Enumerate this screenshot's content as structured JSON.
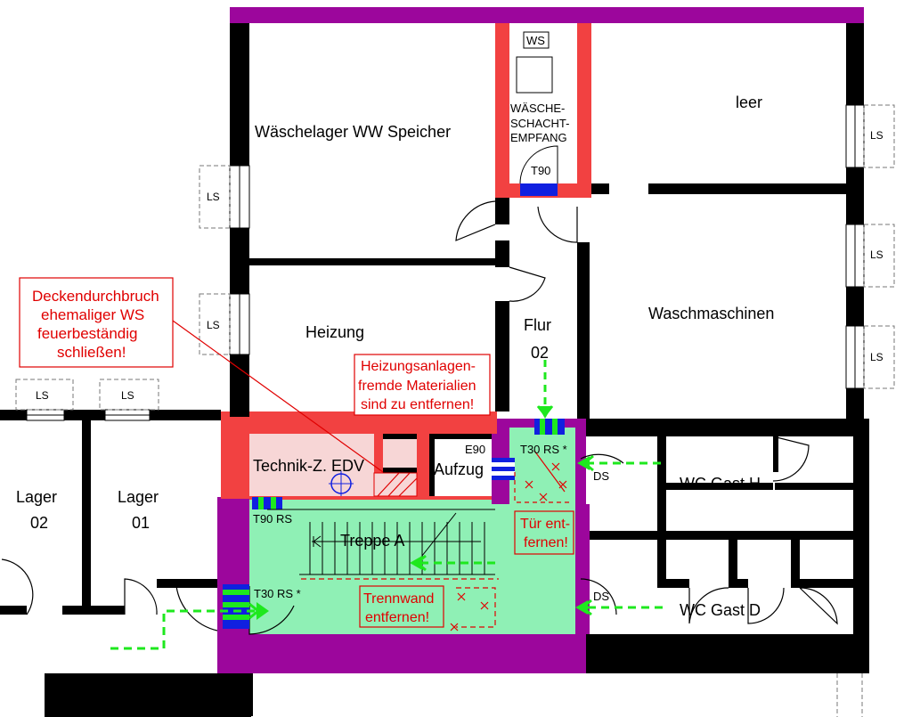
{
  "rooms": {
    "waeschelager": "Wäschelager WW Speicher",
    "leer": "leer",
    "waschmaschinen": "Waschmaschinen",
    "heizung": "Heizung",
    "flur": "Flur",
    "flur_nr": "02",
    "technik": "Technik-Z. EDV",
    "aufzug": "Aufzug",
    "treppe": "Treppe A",
    "wc_gast_h": "WC Gast H",
    "wc_gast_d": "WC Gast D",
    "lager02": "Lager",
    "lager02_nr": "02",
    "lager01": "Lager",
    "lager01_nr": "01"
  },
  "shaft": {
    "ws_label": "WS",
    "line1": "WÄSCHE-",
    "line2": "SCHACHT-",
    "line3": "EMPFANG",
    "door": "T90"
  },
  "doors": {
    "t30_rs_flur": "T30 RS *",
    "t30_rs_entry": "T30 RS *",
    "t90_rs": "T90 RS",
    "e90": "E90",
    "ds_upper": "DS",
    "ds_lower": "DS"
  },
  "windows": {
    "label": "LS"
  },
  "notes": {
    "decke": [
      "Deckendurchbruch",
      "ehemaliger WS",
      "feuerbeständig",
      "schließen!"
    ],
    "heizung": [
      "Heizungsanlagen-",
      "fremde Materialien",
      "sind zu entfernen!"
    ],
    "tuer": [
      "Tür ent-",
      "fernen!"
    ],
    "trennwand": [
      "Trennwand",
      "entfernen!"
    ]
  },
  "colors": {
    "wall": "#000000",
    "fire_wall_f90": "#f24141",
    "fire_wall_f30": "#9c069c",
    "escape_zone": "#8ff0b5",
    "escape_arrow": "#1ee81e",
    "warning": "#e00000",
    "door_fire": "#1020e0"
  }
}
